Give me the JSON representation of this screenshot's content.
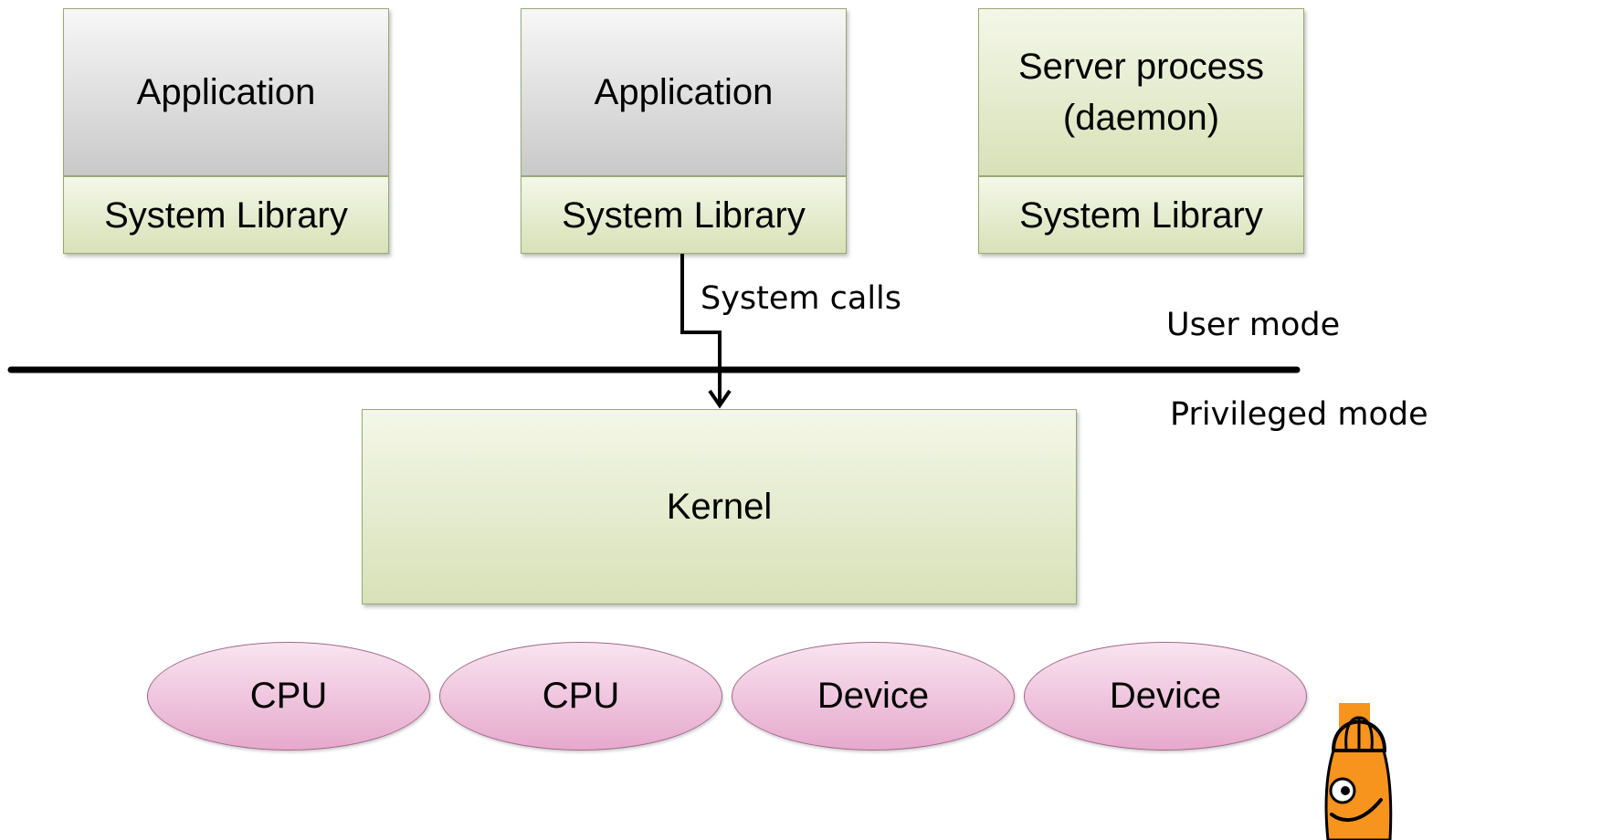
{
  "columns": [
    {
      "app_label": "Application",
      "library_label": "System Library"
    },
    {
      "app_label": "Application",
      "library_label": "System Library"
    },
    {
      "app_label": "Server process\n(daemon)",
      "library_label": "System Library"
    }
  ],
  "syscall_label": "System calls",
  "mode_labels": {
    "user": "User mode",
    "privileged": "Privileged mode"
  },
  "kernel_label": "Kernel",
  "hardware": [
    "CPU",
    "CPU",
    "Device",
    "Device"
  ],
  "colors": {
    "app_box": "#dedede",
    "green_box": "#e6ecd0",
    "oval": "#efc6de",
    "mascot": "#f7941d"
  },
  "icons": {
    "mascot": "mascot-icon"
  }
}
